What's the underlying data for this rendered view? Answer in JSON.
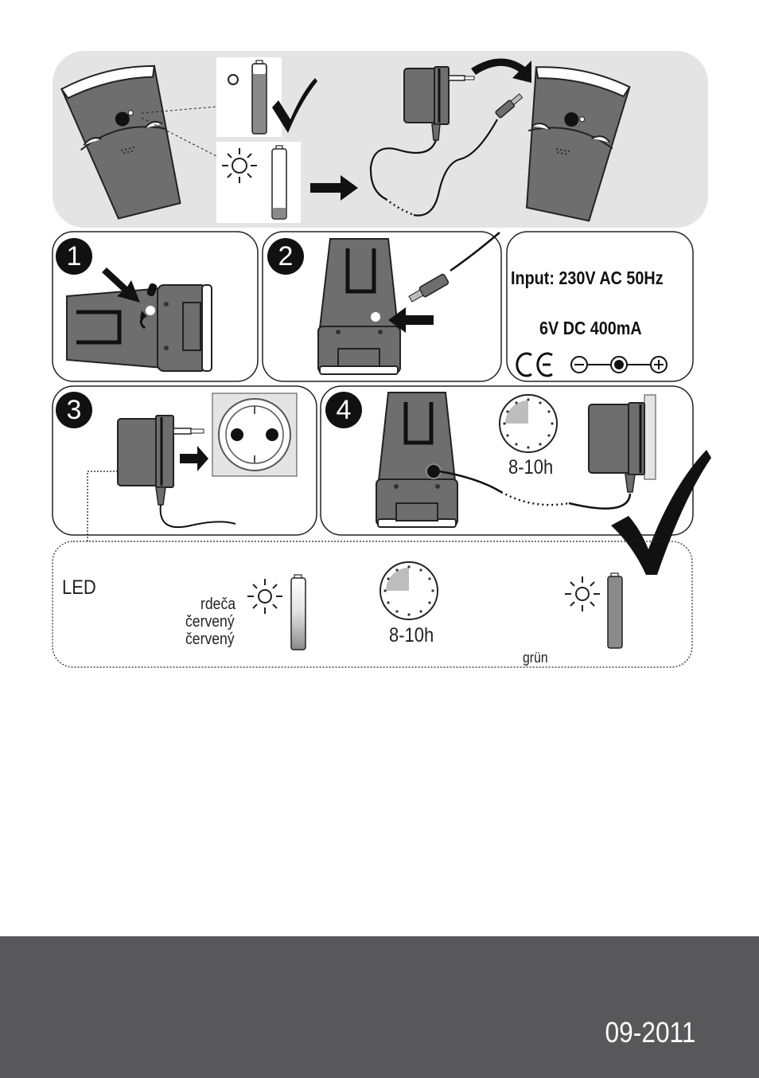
{
  "steps": [
    "1",
    "2",
    "3",
    "4"
  ],
  "specs": {
    "input": "Input: 230V AC 50Hz",
    "output": "6V DC 400mA",
    "ce_mark": "CE",
    "polarity": [
      "-",
      "+"
    ]
  },
  "charge_time": "8-10h",
  "led": {
    "title": "LED",
    "red_labels": [
      "rdeča",
      "červený",
      "červený"
    ],
    "green_label": "grün",
    "charge_time": "8-10h"
  },
  "footer": {
    "date": "09-2011",
    "color": "#58585a"
  },
  "icons": [
    "led-off-icon",
    "led-on-icon",
    "battery-full-icon",
    "battery-low-icon",
    "checkmark-icon",
    "arrow-right-icon",
    "clock-icon",
    "wall-socket-icon",
    "ce-mark-icon",
    "polarity-icon"
  ]
}
